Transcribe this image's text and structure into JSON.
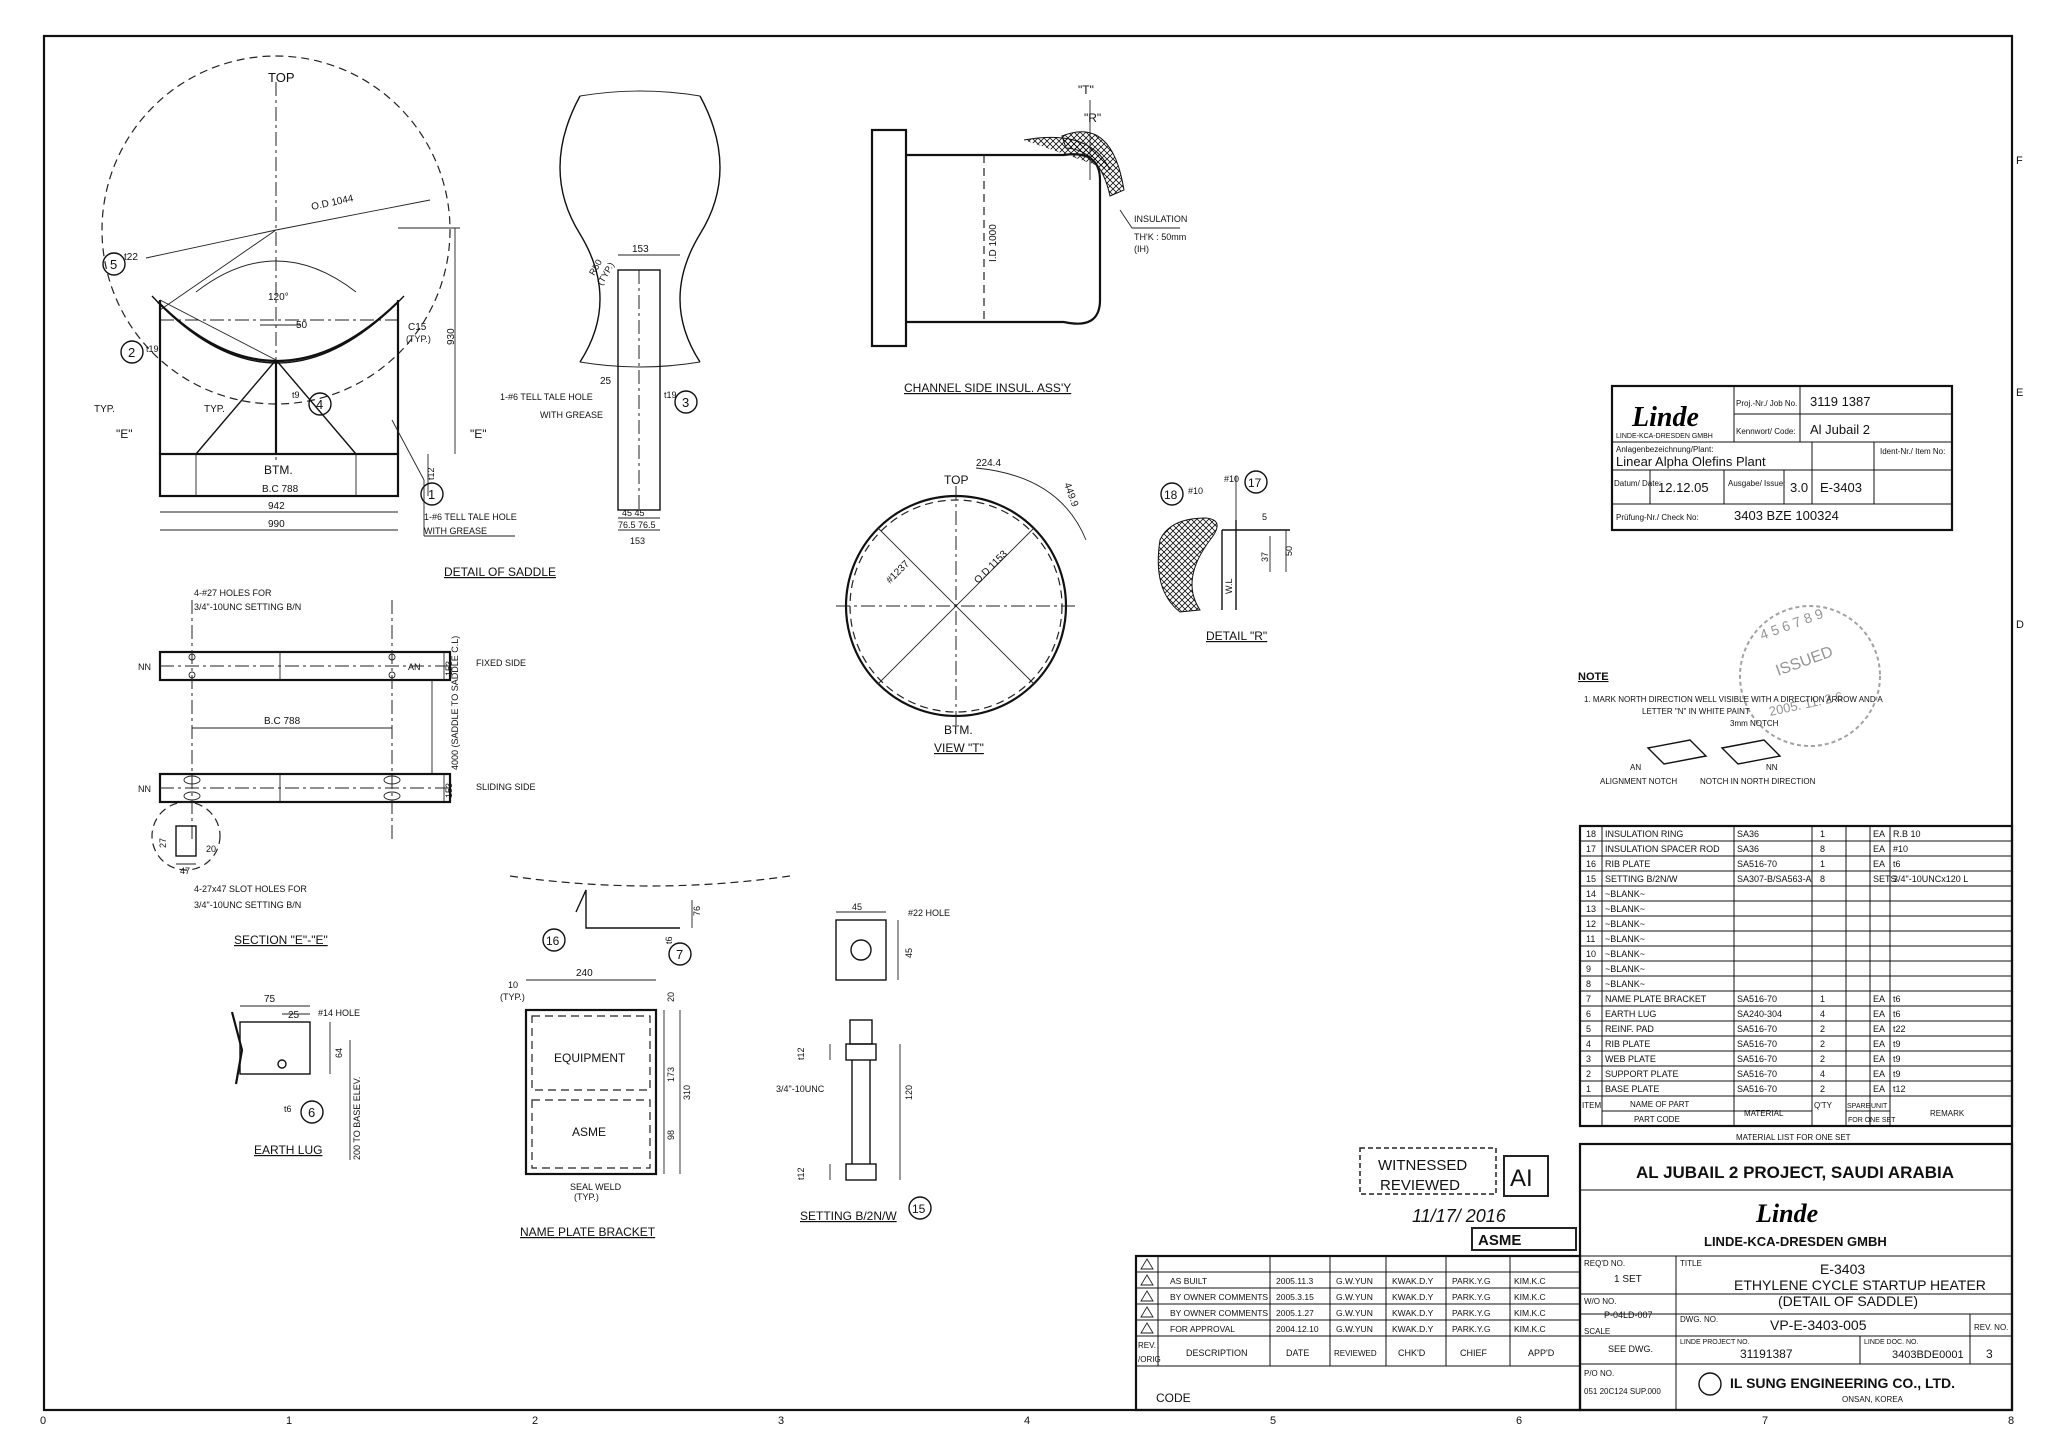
{
  "views": {
    "saddle": {
      "top": "TOP",
      "btm": "BTM.",
      "od": "O.D 1044",
      "angle": "120°",
      "d50": "50",
      "t22": "t22",
      "t19": "t19",
      "t9": "t9",
      "t12": "t12",
      "d930": "930",
      "c15": "C15",
      "c15typ": "(TYP.)",
      "bc": "B.C 788",
      "w942": "942",
      "w990": "990",
      "typ": "TYP.",
      "e": "\"E\"",
      "hole": "1-#6 TELL TALE HOLE",
      "grease": "WITH GREASE",
      "title": "DETAIL OF SADDLE"
    },
    "rib": {
      "d153": "153",
      "d25": "25",
      "r50": "R50",
      "typ": "(TYP.)",
      "hole": "1-#6 TELL TALE HOLE",
      "grease": "WITH GREASE",
      "t19": "t19",
      "d45": "45 45",
      "d76": "76.5 76.5",
      "d153b": "153"
    },
    "channel": {
      "id": "I.D 1000",
      "t": "\"T\"",
      "r": "\"R\"",
      "ins1": "INSULATION",
      "ins2": "TH'K : 50mm",
      "ins3": "(IH)",
      "title": "CHANNEL SIDE INSUL. ASS'Y"
    },
    "viewT": {
      "top": "TOP",
      "btm": "BTM.",
      "d224": "224.4",
      "d449": "449.9",
      "od": "O.D 1153",
      "phi": "#1237",
      "title": "VIEW \"T\""
    },
    "detailR": {
      "f10a": "#10",
      "f10b": "#10",
      "d5": "5",
      "d37": "37",
      "d50": "50",
      "w": "W.L",
      "title": "DETAIL \"R\""
    },
    "sectionE": {
      "holes1": "4-#27 HOLES FOR",
      "holes2": "3/4\"-10UNC SETTING B/N",
      "nn": "NN",
      "an": "AN",
      "fixed": "FIXED SIDE",
      "sliding": "SLIDING SIDE",
      "bc": "B.C 788",
      "dist": "4000 (SADDLE TO SADDLE C.L)",
      "d153": "153",
      "d153b": "153",
      "slot1": "4-27x47 SLOT HOLES FOR",
      "slot2": "3/4\"-10UNC SETTING B/N",
      "d27": "27",
      "d20": "20",
      "d47": "47",
      "title": "SECTION \"E\"-\"E\""
    },
    "earthLug": {
      "d75": "75",
      "d25": "25",
      "hole": "#14 HOLE",
      "d64": "64",
      "t6": "t6",
      "elev": "200 TO BASE ELEV.",
      "title": "EARTH LUG"
    },
    "nameplate": {
      "d76": "76",
      "t6": "t6",
      "d10": "10",
      "typ": "(TYP.)",
      "d240": "240",
      "equip": "EQUIPMENT",
      "asme": "ASME",
      "d173": "173",
      "d310": "310",
      "d98": "98",
      "d20": "20",
      "seal1": "SEAL WELD",
      "seal2": "(TYP.)",
      "title": "NAME PLATE BRACKET"
    },
    "setting": {
      "d45": "45",
      "hole": "#22 HOLE",
      "d45b": "45",
      "t12": "t12",
      "unc": "3/4\"-10UNC",
      "d120": "120",
      "t12b": "t12",
      "title": "SETTING B/2N/W"
    }
  },
  "callouts": [
    "1",
    "2",
    "3",
    "4",
    "5",
    "6",
    "7",
    "15",
    "16",
    "17",
    "18"
  ],
  "infoBox": {
    "brand": "Linde",
    "brandSub": "LINDE-KCA-DRESDEN GMBH",
    "projLabel": "Proj.-Nr./ Job No.",
    "proj": "3119 1387",
    "codeLabel": "Kennwort/ Code:",
    "code": "Al Jubail 2",
    "plantLabel": "Anlagenbezeichnung/Plant:",
    "plant": "Linear Alpha Olefins Plant",
    "itemLabel": "Ident-Nr./ Item No:",
    "dateLabel": "Datum/ Date:",
    "date": "12.12.05",
    "issueLabel": "Ausgabe/ Issue:",
    "issue": "3.0",
    "item": "E-3403",
    "checkLabel": "Prüfung-Nr./ Check No:",
    "check": "3403 BZE 100324"
  },
  "note": {
    "title": "NOTE",
    "line1": "1. MARK NORTH DIRECTION WELL VISIBLE WITH A DIRECTION ARROW AND A",
    "line2": "LETTER \"N\" IN WHITE PAINT",
    "notch": "3mm NOTCH",
    "an": "AN",
    "nn": "NN",
    "align": "ALIGNMENT NOTCH",
    "north": "NOTCH IN NORTH DIRECTION"
  },
  "stamp": {
    "issued": "ISSUED",
    "nums": "4 5 6 7 8 9",
    "date": "2005. 11. 2 6"
  },
  "materialList": {
    "rows": [
      [
        "18",
        "INSULATION RING",
        "SA36",
        "1",
        "",
        "EA",
        "R.B 10"
      ],
      [
        "17",
        "INSULATION SPACER ROD",
        "SA36",
        "8",
        "",
        "EA",
        "#10"
      ],
      [
        "16",
        "RIB PLATE",
        "SA516-70",
        "1",
        "",
        "EA",
        "t6"
      ],
      [
        "15",
        "SETTING B/2N/W",
        "SA307-B/SA563-A",
        "8",
        "",
        "SETS",
        "3/4\"-10UNCx120 L"
      ],
      [
        "14",
        "~BLANK~",
        "",
        "",
        "",
        "",
        ""
      ],
      [
        "13",
        "~BLANK~",
        "",
        "",
        "",
        "",
        ""
      ],
      [
        "12",
        "~BLANK~",
        "",
        "",
        "",
        "",
        ""
      ],
      [
        "11",
        "~BLANK~",
        "",
        "",
        "",
        "",
        ""
      ],
      [
        "10",
        "~BLANK~",
        "",
        "",
        "",
        "",
        ""
      ],
      [
        "9",
        "~BLANK~",
        "",
        "",
        "",
        "",
        ""
      ],
      [
        "8",
        "~BLANK~",
        "",
        "",
        "",
        "",
        ""
      ],
      [
        "7",
        "NAME PLATE BRACKET",
        "SA516-70",
        "1",
        "",
        "EA",
        "t6"
      ],
      [
        "6",
        "EARTH LUG",
        "SA240-304",
        "4",
        "",
        "EA",
        "t6"
      ],
      [
        "5",
        "REINF. PAD",
        "SA516-70",
        "2",
        "",
        "EA",
        "t22"
      ],
      [
        "4",
        "RIB PLATE",
        "SA516-70",
        "2",
        "",
        "EA",
        "t9"
      ],
      [
        "3",
        "WEB PLATE",
        "SA516-70",
        "2",
        "",
        "EA",
        "t9"
      ],
      [
        "2",
        "SUPPORT PLATE",
        "SA516-70",
        "4",
        "",
        "EA",
        "t9"
      ],
      [
        "1",
        "BASE PLATE",
        "SA516-70",
        "2",
        "",
        "EA",
        "t12"
      ]
    ],
    "hItem": "ITEM",
    "hName": "NAME OF PART",
    "hCode": "PART CODE",
    "hMat": "MATERIAL",
    "hQty": "Q'TY",
    "hSpare": "SPARE",
    "hUnit": "UNIT",
    "hForOne": "FOR ONE SET",
    "hRemark": "REMARK",
    "footer": "MATERIAL LIST FOR ONE SET"
  },
  "titleBlock": {
    "project": "AL JUBAIL 2 PROJECT, SAUDI ARABIA",
    "brand": "Linde",
    "company": "LINDE-KCA-DRESDEN GMBH",
    "reqdLabel": "REQ'D NO.",
    "reqd": "1 SET",
    "titleLabel": "TITLE",
    "title1": "E-3403",
    "title2": "ETHYLENE CYCLE STARTUP HEATER",
    "title3": "(DETAIL OF SADDLE)",
    "woLabel": "W/O NO.",
    "wo": "P-04LD-007",
    "dwgLabel": "DWG. NO.",
    "dwg": "VP-E-3403-005",
    "revLabel": "REV. NO.",
    "scaleLabel": "SCALE",
    "scale": "SEE DWG.",
    "lindeProjLabel": "LINDE PROJECT NO.",
    "lindeProj": "31191387",
    "lindeDocLabel": "LINDE DOC. NO.",
    "lindeDoc": "3403BDE0001",
    "rev": "3",
    "poLabel": "P/O NO.",
    "po": "051 20C124 SUP.000",
    "contractor": "IL SUNG ENGINEERING CO., LTD.",
    "location": "ONSAN, KOREA"
  },
  "revisions": {
    "rows": [
      [
        "AS BUILT",
        "2005.11.3",
        "G.W.YUN",
        "KWAK.D.Y",
        "PARK.Y.G",
        "KIM.K.C"
      ],
      [
        "BY OWNER COMMENTS",
        "2005.3.15",
        "G.W.YUN",
        "KWAK.D.Y",
        "PARK.Y.G",
        "KIM.K.C"
      ],
      [
        "BY OWNER COMMENTS",
        "2005.1.27",
        "G.W.YUN",
        "KWAK.D.Y",
        "PARK.Y.G",
        "KIM.K.C"
      ],
      [
        "FOR APPROVAL",
        "2004.12.10",
        "G.W.YUN",
        "KWAK.D.Y",
        "PARK.Y.G",
        "KIM.K.C"
      ]
    ],
    "hRev": "REV.",
    "hOrig": "/ORIG",
    "hDesc": "DESCRIPTION",
    "hDate": "DATE",
    "hRevd": "REVIEWED",
    "hChk": "CHK'D",
    "hChief": "CHIEF",
    "hApp": "APP'D",
    "code": "CODE"
  },
  "witness": {
    "w1": "WITNESSED",
    "w2": "REVIEWED",
    "ai": "AI",
    "sign": "11/17/ 2016",
    "asme": "ASME"
  },
  "border": {
    "bottom": [
      "0",
      "1",
      "2",
      "3",
      "4",
      "5",
      "6",
      "7",
      "8"
    ],
    "right": [
      "F",
      "E",
      "D"
    ]
  }
}
